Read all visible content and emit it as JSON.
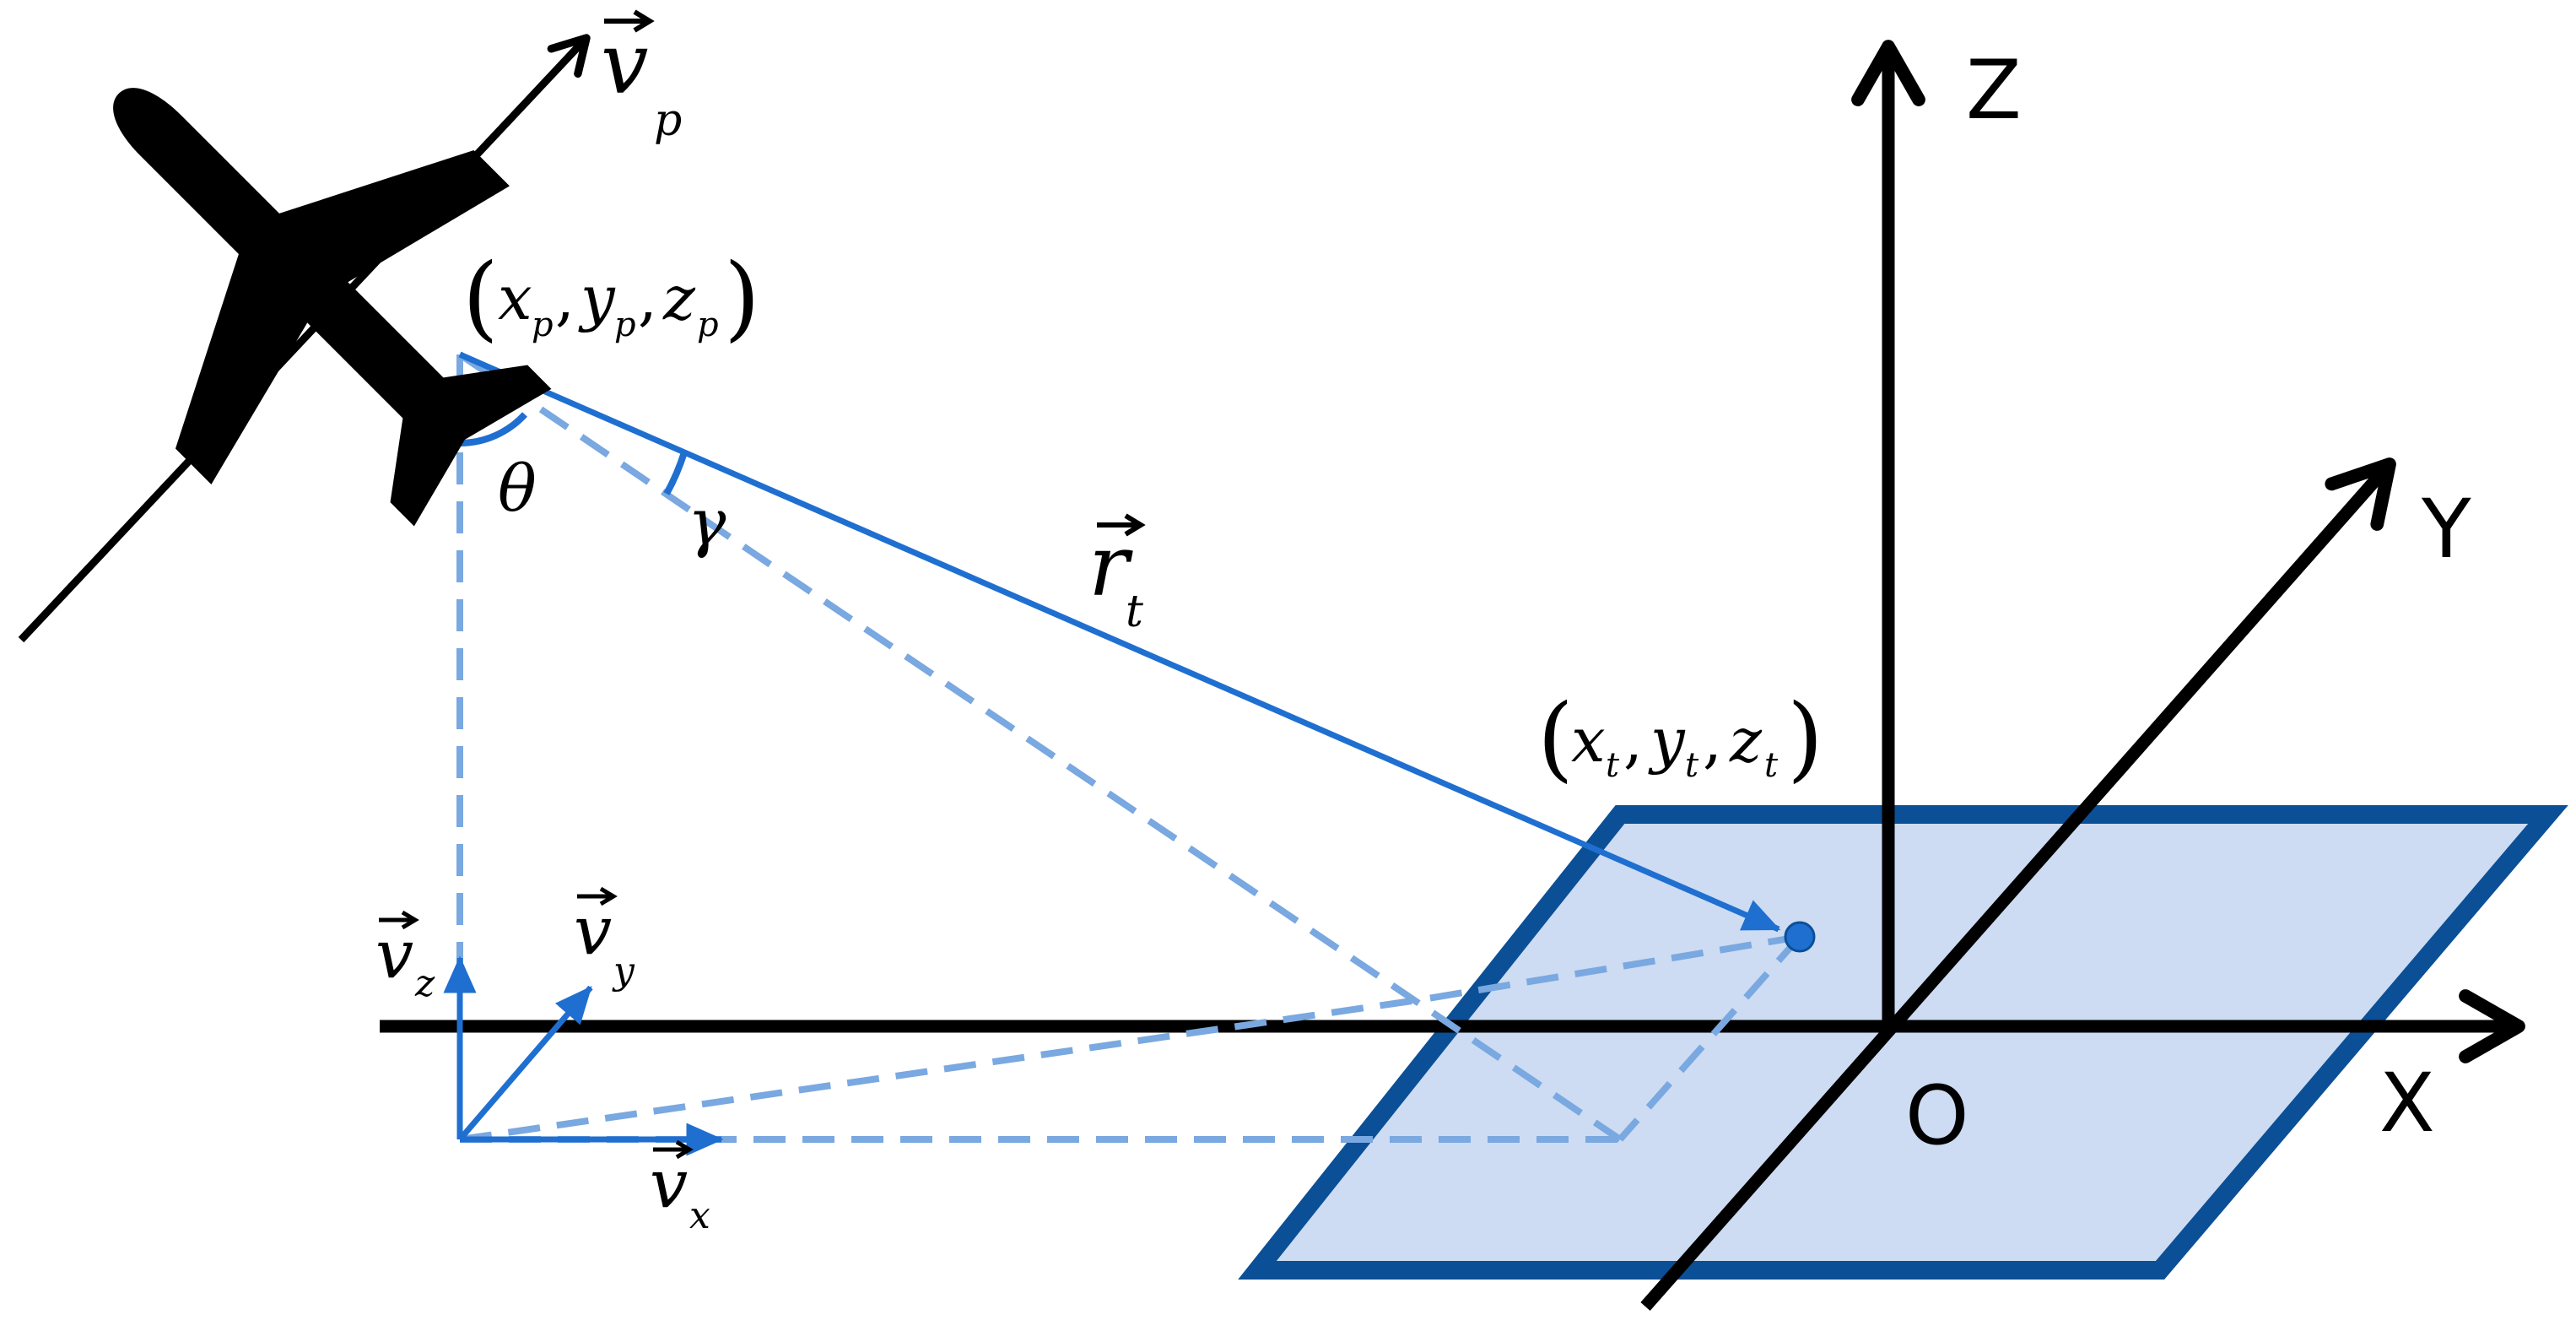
{
  "colors": {
    "axis": "#000000",
    "vector_blue": "#1f6fd1",
    "dashed_blue": "#7aa8e0",
    "plane_fill": "#cddcf2",
    "plane_border": "#0b4f96"
  },
  "axes": {
    "x_label": "X",
    "y_label": "Y",
    "z_label": "Z",
    "origin_label": "O"
  },
  "platform": {
    "icon": "airplane-icon",
    "velocity_symbol": "v",
    "velocity_sub": "p",
    "position": {
      "x": "x",
      "x_sub": "p",
      "y": "y",
      "y_sub": "p",
      "z": "z",
      "z_sub": "p"
    }
  },
  "target": {
    "position": {
      "x": "x",
      "x_sub": "t",
      "y": "y",
      "y_sub": "t",
      "z": "z",
      "z_sub": "t"
    }
  },
  "range_vector": {
    "symbol": "r",
    "sub": "t"
  },
  "angles": {
    "theta": "θ",
    "gamma": "γ"
  },
  "velocity_components": {
    "vx": {
      "symbol": "v",
      "sub": "x"
    },
    "vy": {
      "symbol": "v",
      "sub": "y"
    },
    "vz": {
      "symbol": "v",
      "sub": "z"
    }
  },
  "punct": {
    "comma": ",",
    "lparen": "(",
    "rparen": ")"
  }
}
